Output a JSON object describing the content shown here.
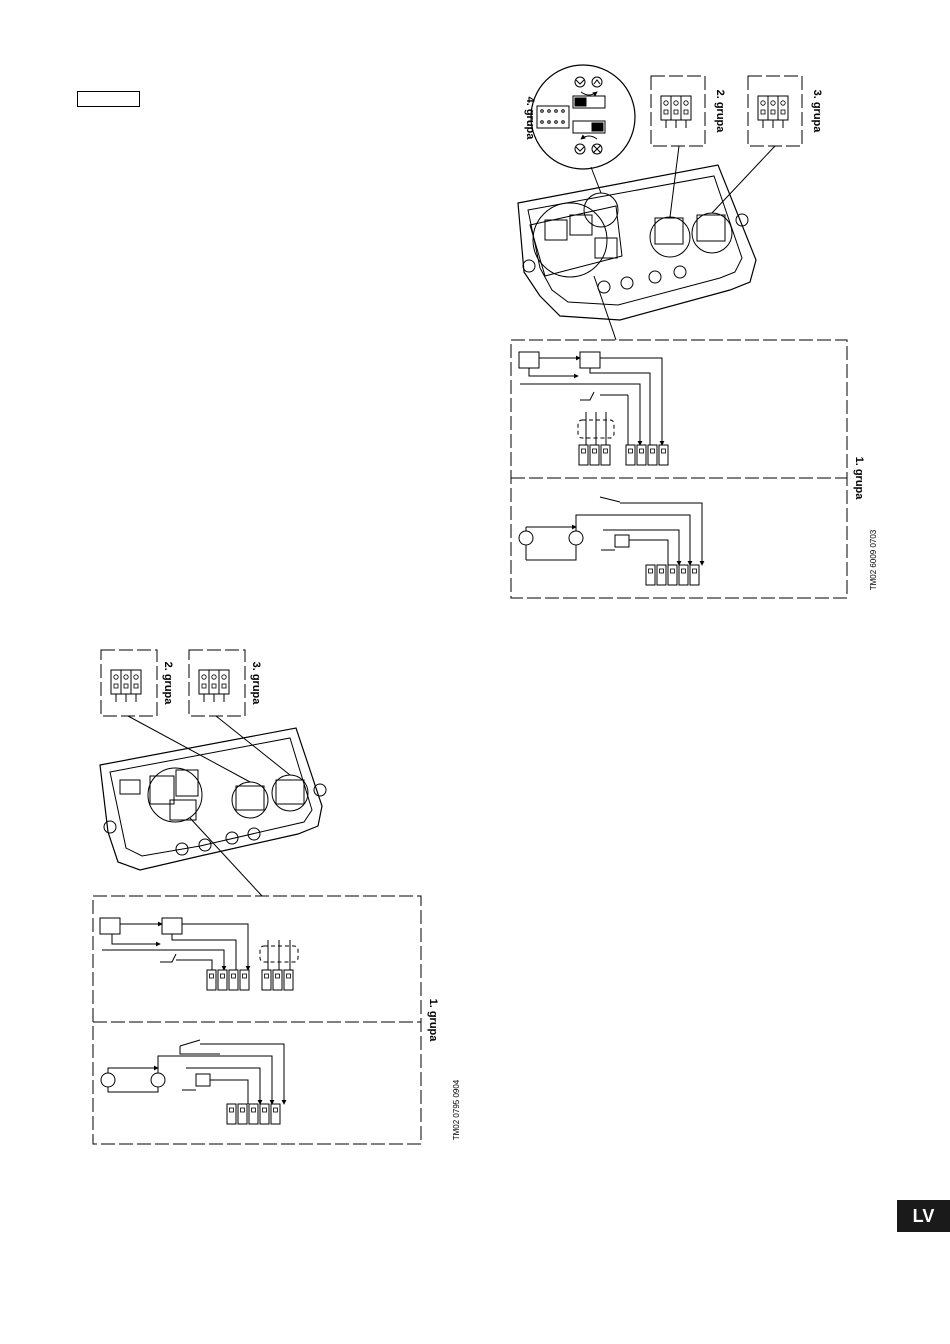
{
  "page": {
    "language_tab": "LV"
  },
  "diagram_top": {
    "group_labels": {
      "g1": "1. grupa",
      "g2": "2. grupa",
      "g3": "3. grupa",
      "g4": "4. grupa"
    },
    "drawing_code": "TM02 6009 0703"
  },
  "diagram_bottom": {
    "group_labels": {
      "g1": "1. grupa",
      "g2": "2. grupa",
      "g3": "3. grupa"
    },
    "drawing_code": "TM02 0795 0904"
  },
  "colors": {
    "ink": "#000000",
    "background": "#ffffff",
    "tab_fill": "#1a1a1a"
  }
}
